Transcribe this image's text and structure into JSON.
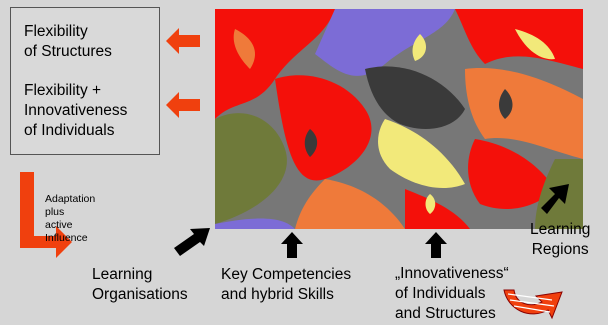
{
  "box": {
    "line1a": "Flexibility",
    "line1b": "of Structures",
    "line2a": "Flexibility +",
    "line2b": "Innovativeness",
    "line2c": "of Individuals"
  },
  "adaptation": {
    "l1": "Adaptation",
    "l2": "plus",
    "l3": "active",
    "l4": "Influence"
  },
  "labels": {
    "learning_org_a": "Learning",
    "learning_org_b": "Organisations",
    "key_comp_a": "Key Competencies",
    "key_comp_b": "and hybrid Skills",
    "innov_a": "„Innovativeness“",
    "innov_b": "of Individuals",
    "innov_c": "and Structures",
    "learning_reg_a": "Learning",
    "learning_reg_b": "Regions"
  },
  "colors": {
    "arrow_red": "#f0400e",
    "painting_red": "#f4100a",
    "painting_orange": "#ef7a3a",
    "painting_olive": "#6f7a3a",
    "painting_yellow": "#f2e97a",
    "painting_purple": "#7c6cd6",
    "painting_dark": "#3a3a3a"
  },
  "icons": [
    "left-arrow-icon",
    "up-arrow-icon",
    "diagonal-arrow-icon",
    "curved-arrow-icon",
    "bent-arrow-icon"
  ]
}
